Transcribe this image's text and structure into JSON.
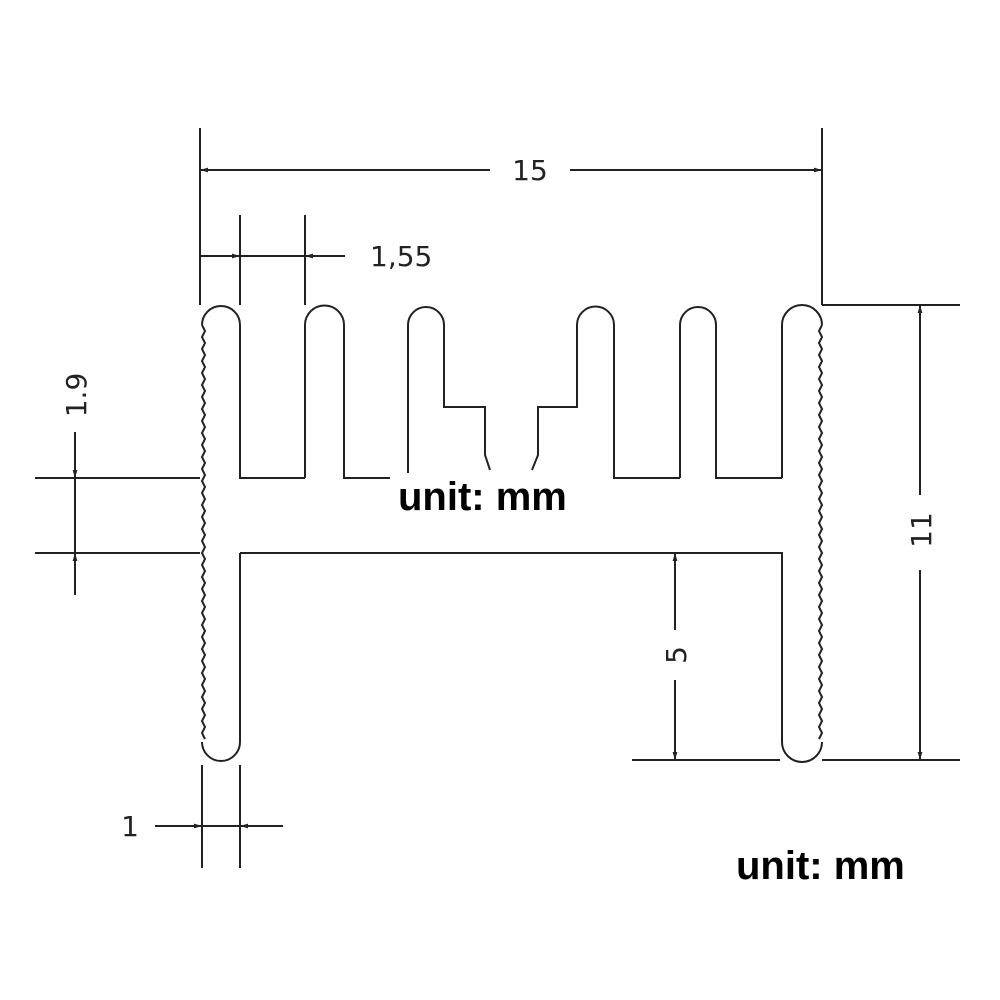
{
  "drawing": {
    "title": "Heatsink profile dimensions",
    "dimensions": {
      "overall_width": "15",
      "fin_pitch": "1,55",
      "base_thickness": "1.9",
      "overall_height": "11",
      "leg_height": "5",
      "leg_thickness": "1"
    },
    "unit_label_center": "unit: mm",
    "unit_label_corner": "unit: mm",
    "line_color": "#222222"
  }
}
